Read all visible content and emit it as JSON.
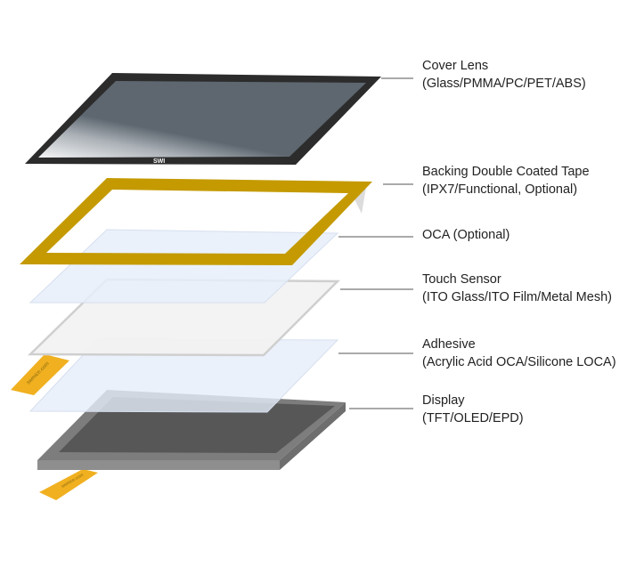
{
  "layers": [
    {
      "name": "Cover Lens",
      "detail": "(Glass/PMMA/PC/PET/ABS)"
    },
    {
      "name": "Backing Double Coated Tape",
      "detail": "(IPX7/Functional, Optional)"
    },
    {
      "name": "OCA (Optional)",
      "detail": ""
    },
    {
      "name": "Touch Sensor",
      "detail": "(ITO Glass/ITO Film/Metal Mesh)"
    },
    {
      "name": "Adhesive",
      "detail": "(Acrylic Acid OCA/Silicone LOCA)"
    },
    {
      "name": "Display",
      "detail": "(TFT/OLED/EPD)"
    }
  ],
  "cover_logo": "SWI",
  "fpc_text": "swmice.com",
  "colors": {
    "cover_frame": "#2c2c2c",
    "cover_glass": "#5e6770",
    "tape": "#c49a00",
    "oca": "#e6eefa",
    "sensor_edge": "#cfcfcf",
    "display_frame": "#7d7d7d",
    "display_screen": "#575757",
    "fpc": "#f0b020",
    "leader": "#555555"
  }
}
